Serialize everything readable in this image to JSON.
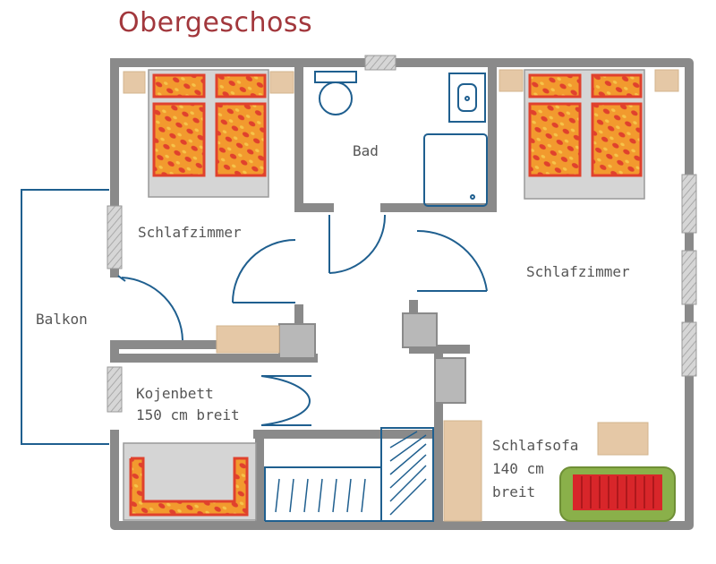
{
  "title": "Obergeschoss",
  "rooms": {
    "bedroom_left": "Schlafzimmer",
    "bath": "Bad",
    "bedroom_right": "Schlafzimmer",
    "balcony": "Balkon",
    "bunk_bed": {
      "line1": "Kojenbett",
      "line2": "150 cm breit"
    },
    "sofa_bed": {
      "line1": "Schlafsofa",
      "line2": "140 cm",
      "line3": "breit"
    }
  },
  "colors": {
    "title": "#a2373c",
    "wall": "#8a8a8a",
    "fixture": "#1f5f8f",
    "bed_red": "#e0412d",
    "bed_orange": "#f29a2e",
    "floor_grey": "#cfcfcf",
    "wood": "#e5c8a6",
    "sofa_green": "#8ab04a"
  }
}
